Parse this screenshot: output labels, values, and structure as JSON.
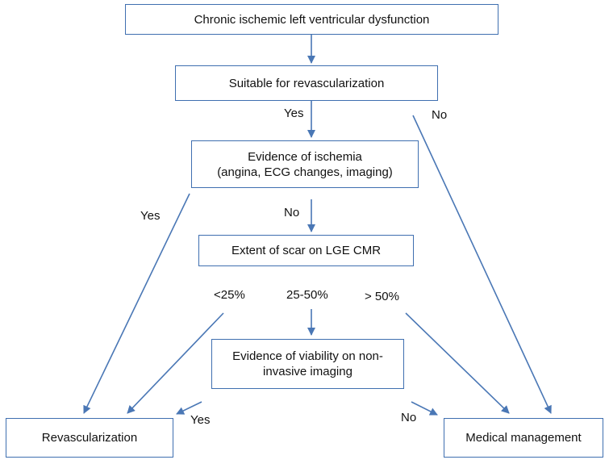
{
  "colors": {
    "line": "#4a77b5",
    "box_border": "#3f6fb0",
    "text": "#111111"
  },
  "boxes": {
    "top": "Chronic ischemic left ventricular dysfunction",
    "suitable": "Suitable for revascularization",
    "ischemia_line1": "Evidence of ischemia",
    "ischemia_line2": "(angina, ECG changes, imaging)",
    "scar": "Extent of scar on LGE CMR",
    "viability_line1": "Evidence of viability on non-",
    "viability_line2": "invasive imaging",
    "revasc": "Revascularization",
    "medical": "Medical management"
  },
  "labels": {
    "yes_suitable": "Yes",
    "no_suitable": "No",
    "yes_ischemia": "Yes",
    "no_ischemia": "No",
    "lt25": "<25%",
    "mid": "25-50%",
    "gt50": "> 50%",
    "yes_viability": "Yes",
    "no_viability": "No"
  }
}
